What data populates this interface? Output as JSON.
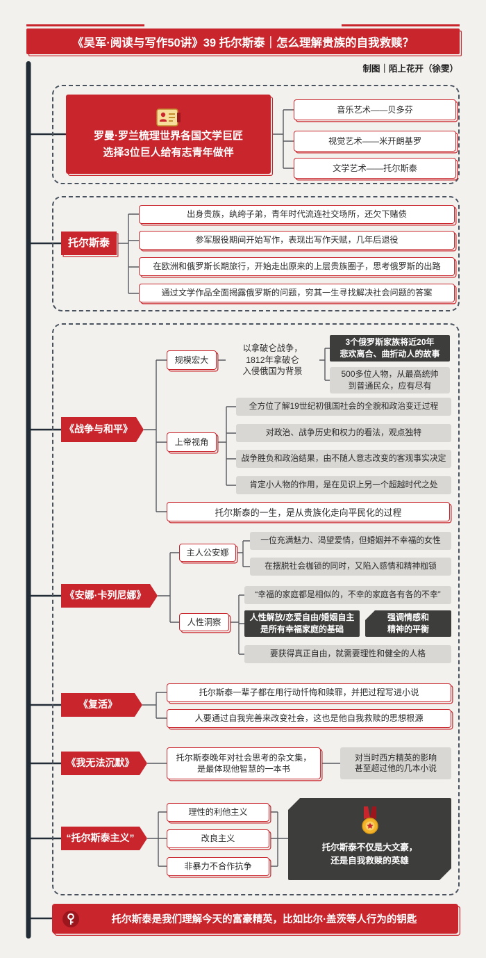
{
  "page": {
    "title": "《吴军·阅读与写作50讲》39 托尔斯泰｜怎么理解贵族的自我救赎？",
    "credit": "制图｜陌上花开（徐雯）"
  },
  "colors": {
    "red": "#c9252c",
    "dark_box": "#3d3d3c",
    "gray_box": "#d9d7d4",
    "spine": "#222c36",
    "background": "#f3f1ee"
  },
  "icons": {
    "intro": "author-card-icon",
    "conclusion": "medal-icon",
    "footer": "key-icon"
  },
  "intro": {
    "main_line1": "罗曼·罗兰梳理世界各国文学巨匠",
    "main_line2": "选择3位巨人给有志青年做伴",
    "items": [
      "音乐艺术——贝多芬",
      "视觉艺术——米开朗基罗",
      "文学艺术——托尔斯泰"
    ]
  },
  "tolstoy": {
    "label": "托尔斯泰",
    "items": [
      "出身贵族，纨绔子弟，青年时代流连社交场所，还欠下赌债",
      "参军服役期间开始写作，表现出写作天赋，几年后退役",
      "在欧洲和俄罗斯长期旅行，开始走出原来的上层贵族圈子，思考俄罗斯的出路",
      "通过文学作品全面揭露俄罗斯的问题，穷其一生寻找解决社会问题的答案"
    ]
  },
  "war_and_peace": {
    "label": "《战争与和平》",
    "scale": {
      "label": "规模宏大",
      "background_lines": [
        "以拿破仑战争，",
        "1812年拿破仑",
        "入侵俄国为背景"
      ],
      "dark_lines": [
        "3个俄罗斯家族将近20年",
        "悲欢离合、曲折动人的故事"
      ],
      "gray_lines": [
        "500多位人物，从最高统帅",
        "到普通民众，应有尽有"
      ]
    },
    "god_view": {
      "label": "上帝视角",
      "items": [
        "全方位了解19世纪初俄国社会的全貌和政治变迁过程",
        "对政治、战争历史和权力的看法，观点独特",
        "战争胜负和政治结果，由不随人意志改变的客观事实决定",
        "肯定小人物的作用，是在见识上另一个超越时代之处"
      ]
    },
    "life": "托尔斯泰的一生，是从贵族化走向平民化的过程"
  },
  "anna": {
    "label": "《安娜·卡列尼娜》",
    "protagonist": {
      "label": "主人公安娜",
      "items": [
        "一位充满魅力、渴望爱情，但婚姻并不幸福的女性",
        "在摆脱社会枷锁的同时，又陷入感情和精神枷锁"
      ]
    },
    "insight": {
      "label": "人性洞察",
      "quote": "“幸福的家庭都是相似的，不幸的家庭各有各的不幸”",
      "dark_left_lines": [
        "人性解放/恋爱自由/婚姻自主",
        "是所有幸福家庭的基础"
      ],
      "dark_right_lines": [
        "强调情感和",
        "精神的平衡"
      ],
      "bottom": "要获得真正自由，就需要理性和健全的人格"
    }
  },
  "resurrection": {
    "label": "《复活》",
    "items": [
      "托尔斯泰一辈子都在用行动忏悔和赎罪，并把过程写进小说",
      "人要通过自我完善来改变社会，这也是他自我救赎的思想根源"
    ]
  },
  "silence": {
    "label": "《我无法沉默》",
    "box_lines": [
      "托尔斯泰晚年对社会思考的杂文集，",
      "是最体现他智慧的一本书"
    ],
    "gray_lines": [
      "对当时西方精英的影响",
      "甚至超过他的几本小说"
    ]
  },
  "tolstoyism": {
    "label": "“托尔斯泰主义”",
    "items": [
      "理性的利他主义",
      "改良主义",
      "非暴力不合作抗争"
    ],
    "conclusion_lines": [
      "托尔斯泰不仅是大文豪，",
      "还是自我救赎的英雄"
    ]
  },
  "footer": {
    "text": "托尔斯泰是我们理解今天的富豪精英，比如比尔·盖茨等人行为的钥匙"
  }
}
